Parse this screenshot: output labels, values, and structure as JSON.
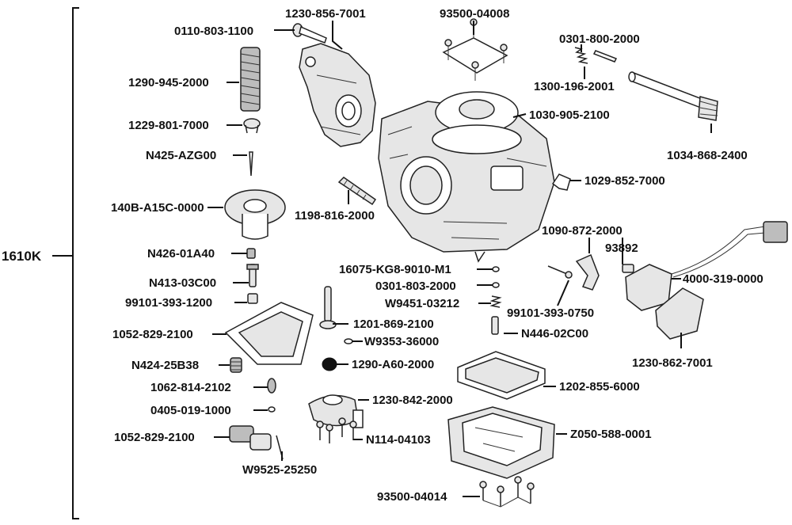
{
  "assembly": {
    "code": "1610K"
  },
  "labels": {
    "l_0110_803_1100": "0110-803-1100",
    "l_1230_856_7001": "1230-856-7001",
    "l_93500_04008": "93500-04008",
    "l_0301_800_2000": "0301-800-2000",
    "l_1290_945_2000": "1290-945-2000",
    "l_1300_196_2001": "1300-196-2001",
    "l_1030_905_2100": "1030-905-2100",
    "l_1229_801_7000": "1229-801-7000",
    "l_n425_azg00": "N425-AZG00",
    "l_1034_868_2400": "1034-868-2400",
    "l_1029_852_7000": "1029-852-7000",
    "l_140b_a15c_0000": "140B-A15C-0000",
    "l_1198_816_2000": "1198-816-2000",
    "l_1090_872_2000": "1090-872-2000",
    "l_93892": "93892",
    "l_n426_01a40": "N426-01A40",
    "l_16075_kg8_9010_m1": "16075-KG8-9010-M1",
    "l_4000_319_0000": "4000-319-0000",
    "l_n413_03c00": "N413-03C00",
    "l_0301_803_2000": "0301-803-2000",
    "l_99101_393_1200": "99101-393-1200",
    "l_w9451_03212": "W9451-03212",
    "l_99101_393_0750": "99101-393-0750",
    "l_1201_869_2100": "1201-869-2100",
    "l_1052_829_2100_a": "1052-829-2100",
    "l_n446_02c00": "N446-02C00",
    "l_w9353_36000": "W9353-36000",
    "l_1230_862_7001": "1230-862-7001",
    "l_n424_25b38": "N424-25B38",
    "l_1290_a60_2000": "1290-A60-2000",
    "l_1062_814_2102": "1062-814-2102",
    "l_1202_855_6000": "1202-855-6000",
    "l_1230_842_2000": "1230-842-2000",
    "l_0405_019_1000": "0405-019-1000",
    "l_z050_588_0001": "Z050-588-0001",
    "l_1052_829_2100_b": "1052-829-2100",
    "l_n114_04103": "N114-04103",
    "l_w9525_25250": "W9525-25250",
    "l_93500_04014": "93500-04014"
  }
}
